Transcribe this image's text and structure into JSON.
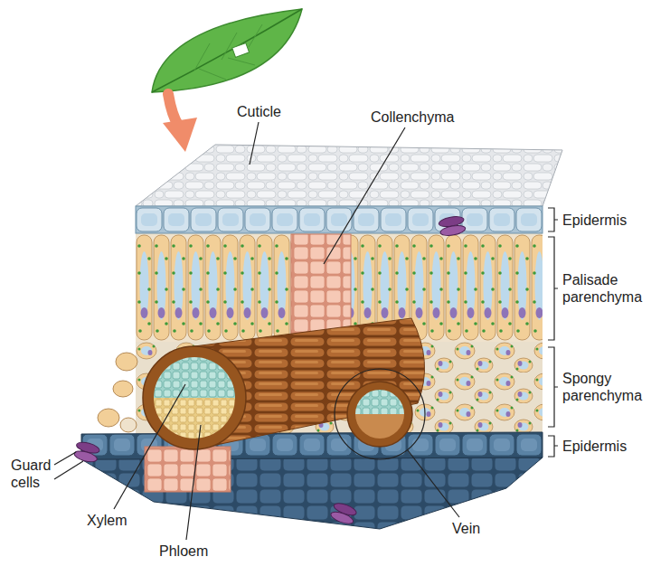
{
  "diagram": {
    "labels": [
      "Cuticle",
      "Collenchyma",
      "Epidermis",
      "Palisade parenchyma",
      "Spongy parenchyma",
      "Epidermis",
      "Guard cells",
      "Xylem",
      "Vein",
      "Phloem"
    ]
  }
}
